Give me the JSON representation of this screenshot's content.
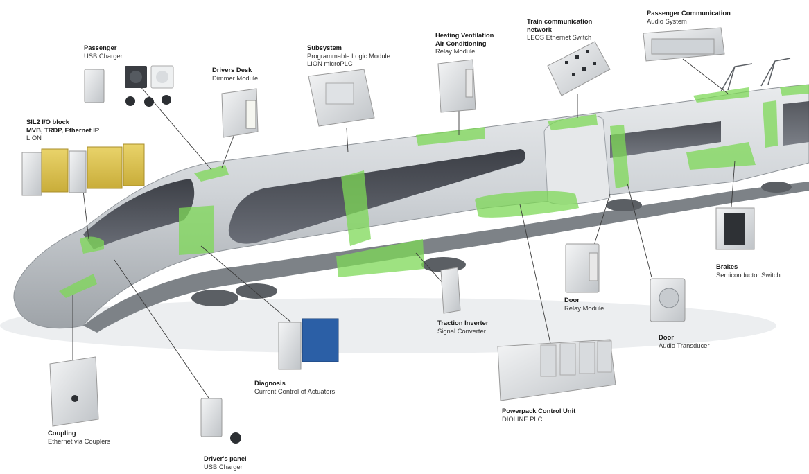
{
  "colors": {
    "accent": "#7ed957",
    "train_body": "#c9cdd1",
    "window": "#4a4d55",
    "leader": "#3a3a3a"
  },
  "components": [
    {
      "id": "passenger-usb",
      "title": "Passenger",
      "subtitle": "USB Charger"
    },
    {
      "id": "sil2-io",
      "title": "SIL2 I/O block",
      "title2": "MVB, TRDP, Ethernet IP",
      "subtitle": "LION"
    },
    {
      "id": "drivers-desk",
      "title": "Drivers Desk",
      "subtitle": "Dimmer Module"
    },
    {
      "id": "subsystem",
      "title": "Subsystem",
      "subtitle": "Programmable Logic Module",
      "subtitle2": "LION microPLC"
    },
    {
      "id": "hvac",
      "title": "Heating Ventilation",
      "title2": "Air Conditioning",
      "subtitle": "Relay Module"
    },
    {
      "id": "tcn",
      "title": "Train communication",
      "title2": "network",
      "subtitle": "LEOS Ethernet Switch"
    },
    {
      "id": "passenger-comm",
      "title": "Passenger Communication",
      "subtitle": "Audio System"
    },
    {
      "id": "brakes",
      "title": "Brakes",
      "subtitle": "Semiconductor Switch"
    },
    {
      "id": "door-relay",
      "title": "Door",
      "subtitle": "Relay Module"
    },
    {
      "id": "door-audio",
      "title": "Door",
      "subtitle": "Audio Transducer"
    },
    {
      "id": "traction",
      "title": "Traction Inverter",
      "subtitle": "Signal Converter"
    },
    {
      "id": "powerpack",
      "title": "Powerpack Control Unit",
      "subtitle": "DIOLINE PLC"
    },
    {
      "id": "diagnosis",
      "title": "Diagnosis",
      "subtitle": "Current Control of Actuators"
    },
    {
      "id": "coupling",
      "title": "Coupling",
      "subtitle": "Ethernet via Couplers"
    },
    {
      "id": "drivers-panel",
      "title": "Driver's panel",
      "subtitle": "USB Charger"
    }
  ]
}
